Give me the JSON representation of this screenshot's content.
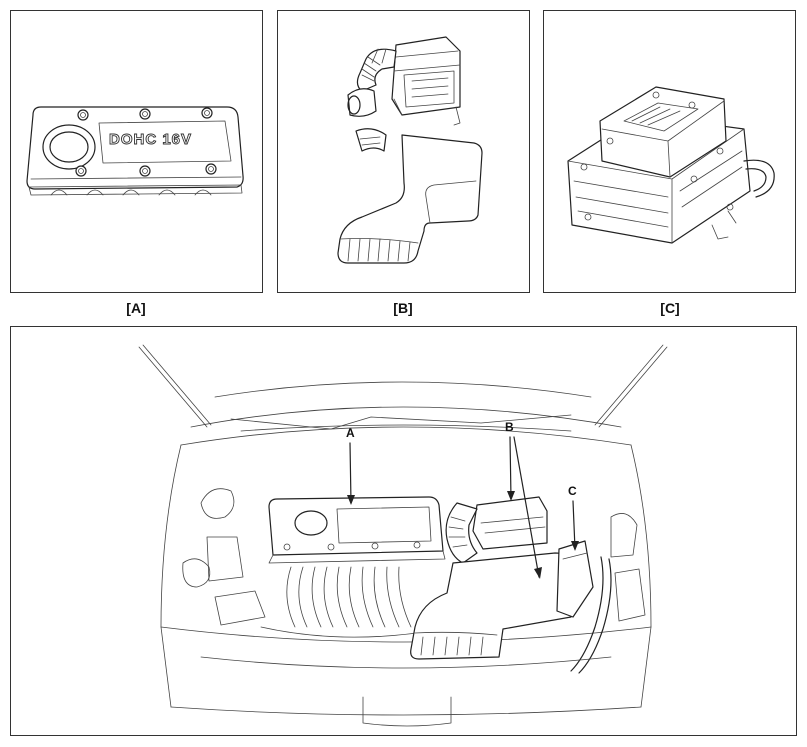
{
  "panels": {
    "a": {
      "caption": "[A]",
      "cover_text": "DOHC 16V"
    },
    "b": {
      "caption": "[B]"
    },
    "c": {
      "caption": "[C]"
    }
  },
  "callouts": {
    "a": "A",
    "b": "B",
    "c": "C"
  },
  "colors": {
    "line": "#222222",
    "frame": "#333333",
    "background": "#ffffff"
  }
}
